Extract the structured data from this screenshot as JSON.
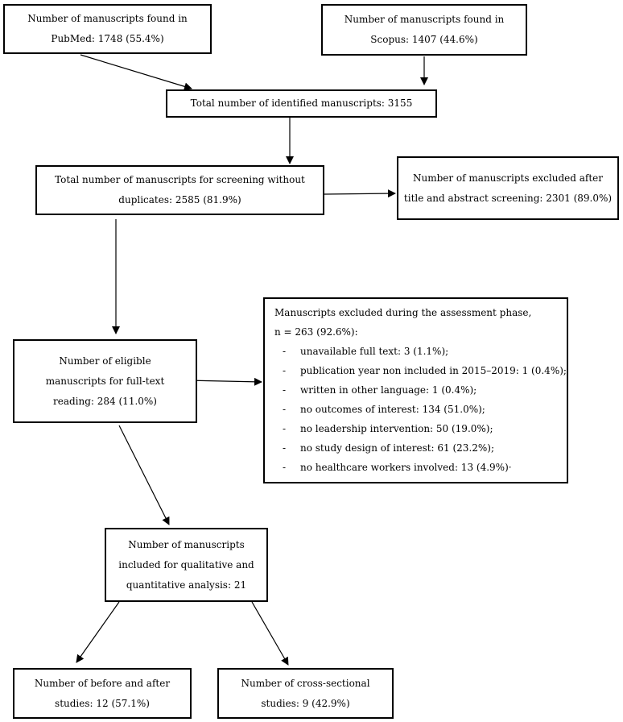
{
  "pubmed": {
    "line1": "Number of manuscripts found in",
    "line2": "PubMed: 1748 (55.4%)"
  },
  "scopus": {
    "line1": "Number of manuscripts found in",
    "line2": "Scopus: 1407 (44.6%)"
  },
  "total": {
    "line1": "Total number of identified manuscripts: 3155"
  },
  "screening": {
    "line1": "Total number of manuscripts for screening without",
    "line2": "duplicates: 2585 (81.9%)"
  },
  "excluded_title": {
    "line1": "Number of manuscripts excluded after",
    "line2": "title and abstract screening: 2301 (89.0%)"
  },
  "eligible": {
    "line1": "Number of eligible",
    "line2": "manuscripts for full-text",
    "line3": "reading: 284 (11.0%)"
  },
  "excluded_assessment": {
    "line1": "Manuscripts excluded during the assessment phase,",
    "line2": "n = 263 (92.6%):",
    "bullet": "-",
    "items": [
      "unavailable full text: 3 (1.1%);",
      "publication year non included in 2015–2019: 1 (0.4%);",
      "written in other language: 1 (0.4%);",
      "no outcomes of interest: 134 (51.0%);",
      "no leadership intervention: 50 (19.0%);",
      "no study design of interest: 61 (23.2%);",
      "no healthcare workers involved: 13 (4.9%)·"
    ]
  },
  "included": {
    "line1": "Number of manuscripts",
    "line2": "included for qualitative and",
    "line3": "quantitative analysis: 21"
  },
  "before_after": {
    "line1": "Number of before and after",
    "line2": "studies: 12 (57.1%)"
  },
  "cross_sectional": {
    "line1": "Number of cross-sectional",
    "line2": "studies: 9 (42.9%)"
  }
}
